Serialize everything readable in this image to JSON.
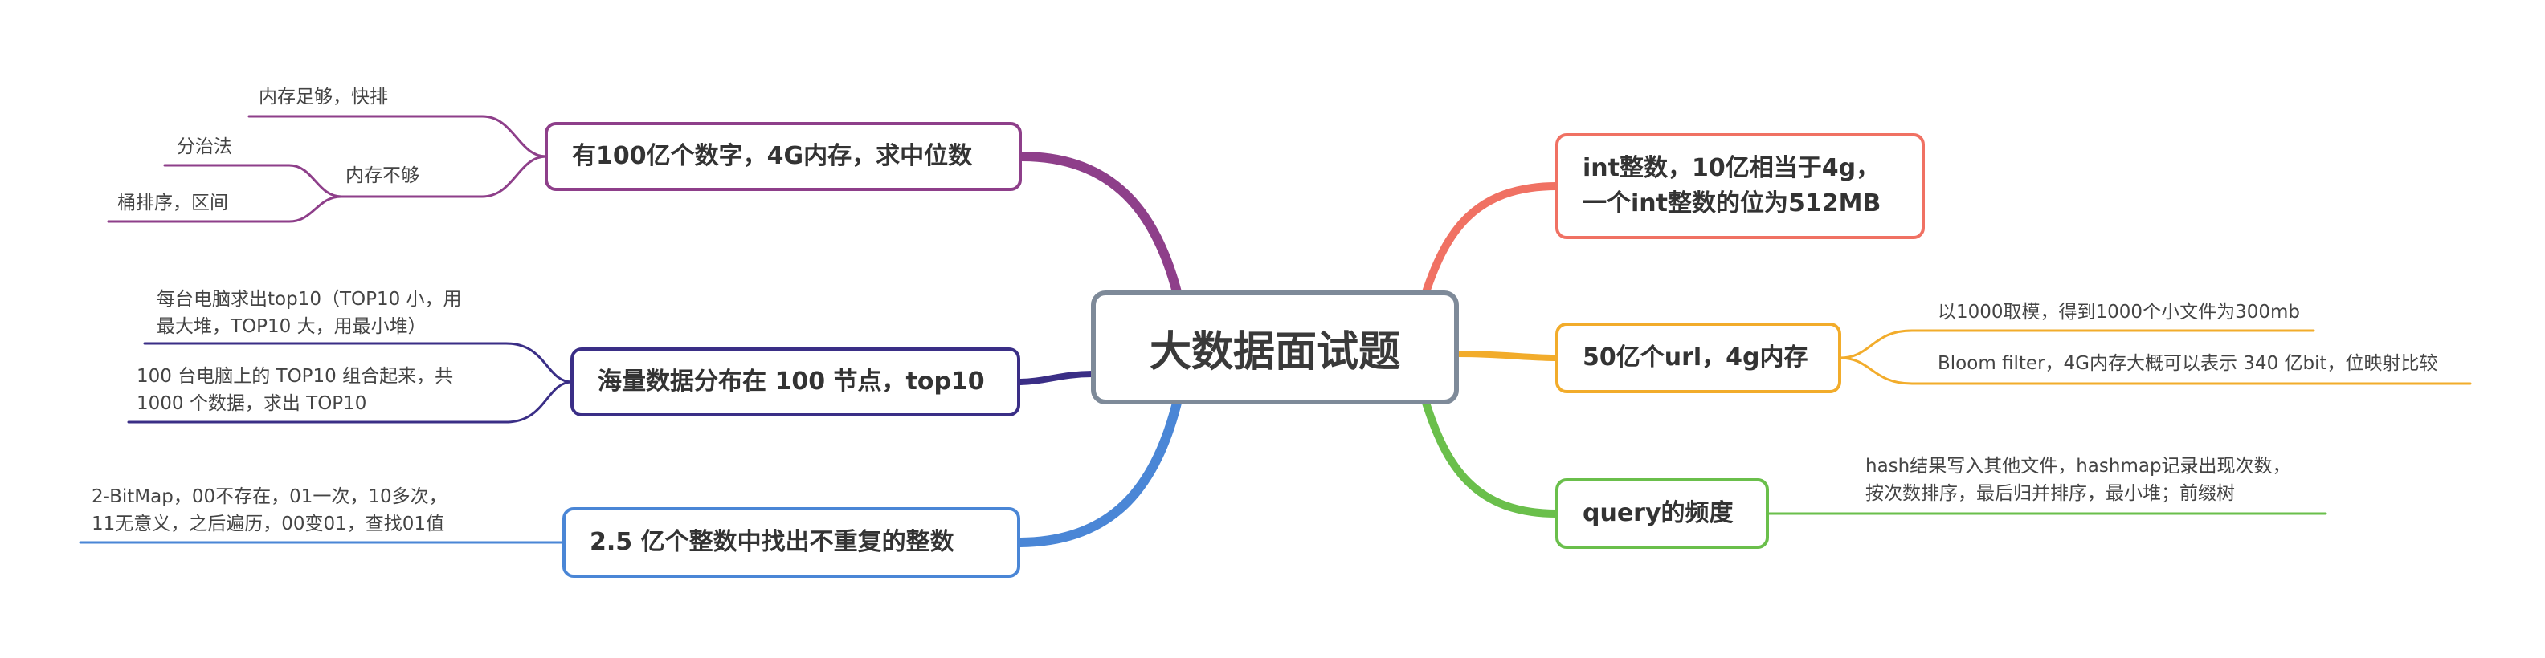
{
  "root": {
    "title": "大数据面试题"
  },
  "branches": {
    "median": {
      "title": "有100亿个数字，4G内存，求中位数",
      "color": "#8e3f8a",
      "leaf_enough": "内存足够，快排",
      "leaf_not_enough": "内存不够",
      "leaf_divide": "分治法",
      "leaf_bucket": "桶排序，区间"
    },
    "top10": {
      "title": "海量数据分布在 100 节点，top10",
      "color": "#3a2e86",
      "leaf1_line1": "每台电脑求出top10（TOP10 小，用",
      "leaf1_line2": "最大堆，TOP10 大，用最小堆）",
      "leaf2_line1": "100 台电脑上的 TOP10 组合起来，共",
      "leaf2_line2": "1000 个数据，求出 TOP10"
    },
    "unique": {
      "title": "2.5 亿个整数中找出不重复的整数",
      "color": "#4a86d6",
      "leaf_line1": "2-BitMap，00不存在，01一次，10多次，",
      "leaf_line2": "11无意义，之后遍历，00变01，查找01值"
    },
    "int": {
      "title_line1": "int整数，10亿相当于4g，",
      "title_line2": "一个int整数的位为512MB",
      "color": "#f07163"
    },
    "url": {
      "title": "50亿个url，4g内存",
      "color": "#f2ac2b",
      "leaf1": "以1000取模，得到1000个小文件为300mb",
      "leaf2": "Bloom filter，4G内存大概可以表示 340 亿bit，位映射比较"
    },
    "query": {
      "title": "query的频度",
      "color": "#6abf4b",
      "leaf_line1": "hash结果写入其他文件，hashmap记录出现次数，",
      "leaf_line2": "按次数排序，最后归并排序，最小堆；前缀树"
    }
  }
}
